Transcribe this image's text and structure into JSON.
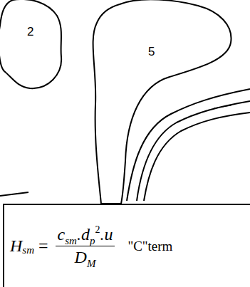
{
  "diagram": {
    "nodes": [
      {
        "text": [
          "2"
        ]
      },
      {
        "text": [
          "5"
        ]
      },
      {
        "text": [
          "H",
          "sm",
          "=",
          "c",
          "sm",
          ".d",
          "p",
          "2",
          ".u",
          "D",
          "M",
          "\"C\"term"
        ]
      }
    ]
  }
}
